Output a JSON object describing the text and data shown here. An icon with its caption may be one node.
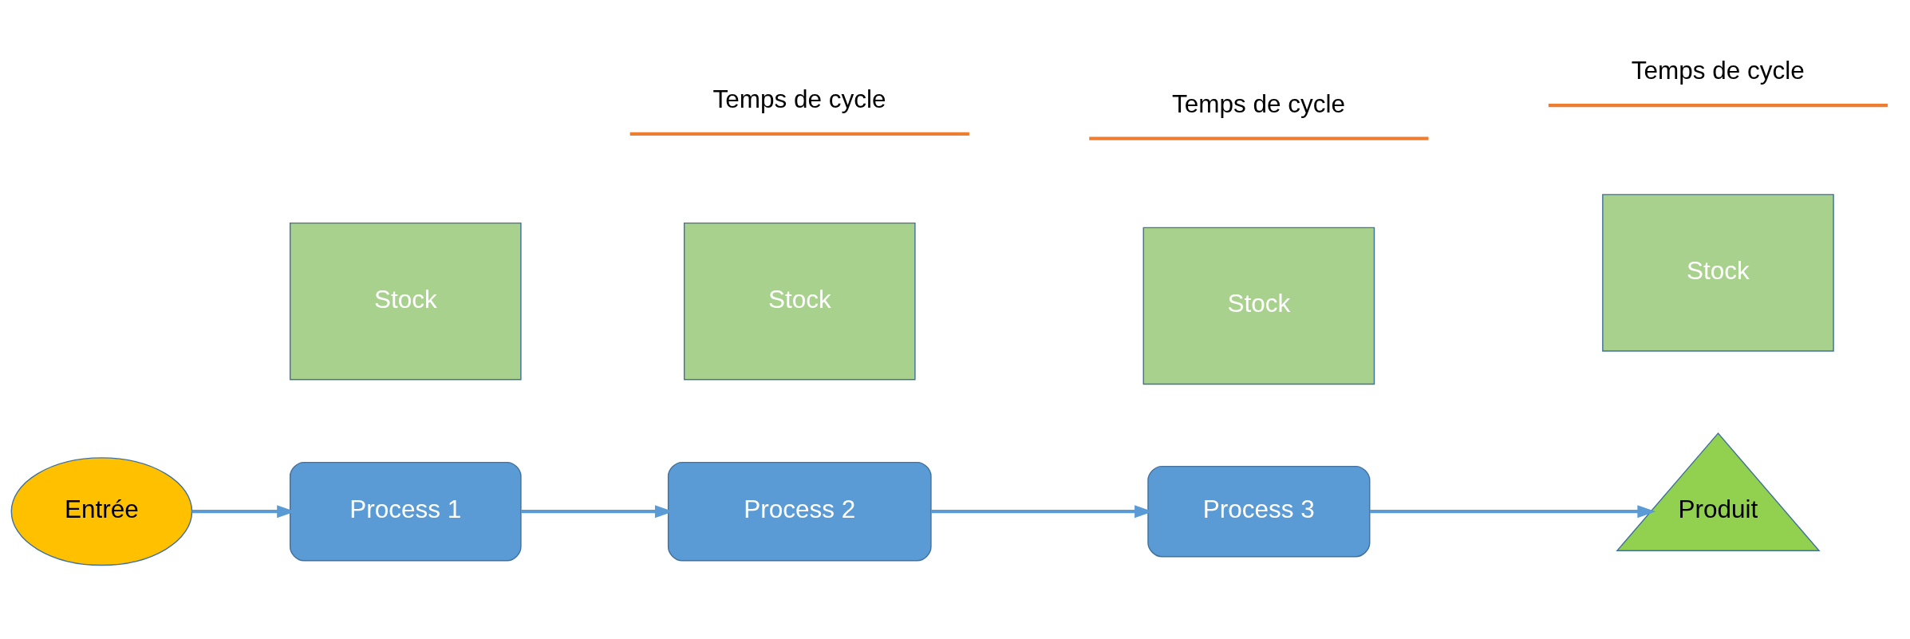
{
  "diagram": {
    "nodes": [
      {
        "text": [
          "Entrée"
        ]
      },
      {
        "text": [
          "Process 1"
        ]
      },
      {
        "text": [
          "Process 2"
        ]
      },
      {
        "text": [
          "Process 3"
        ]
      },
      {
        "text": [
          "Produit"
        ]
      },
      {
        "text": [
          "Stock"
        ]
      },
      {
        "text": [
          "Stock"
        ]
      },
      {
        "text": [
          "Stock"
        ]
      },
      {
        "text": [
          "Stock"
        ]
      }
    ],
    "edges": [
      {
        "from": 0,
        "to": 1,
        "arrow": "to"
      },
      {
        "from": 1,
        "to": 2,
        "arrow": "to"
      },
      {
        "from": 2,
        "to": 3,
        "arrow": "to"
      },
      {
        "from": 3,
        "to": 4,
        "arrow": "to"
      }
    ],
    "labels": [
      "Temps de cycle",
      "Temps de cycle",
      "Temps de cycle"
    ]
  }
}
